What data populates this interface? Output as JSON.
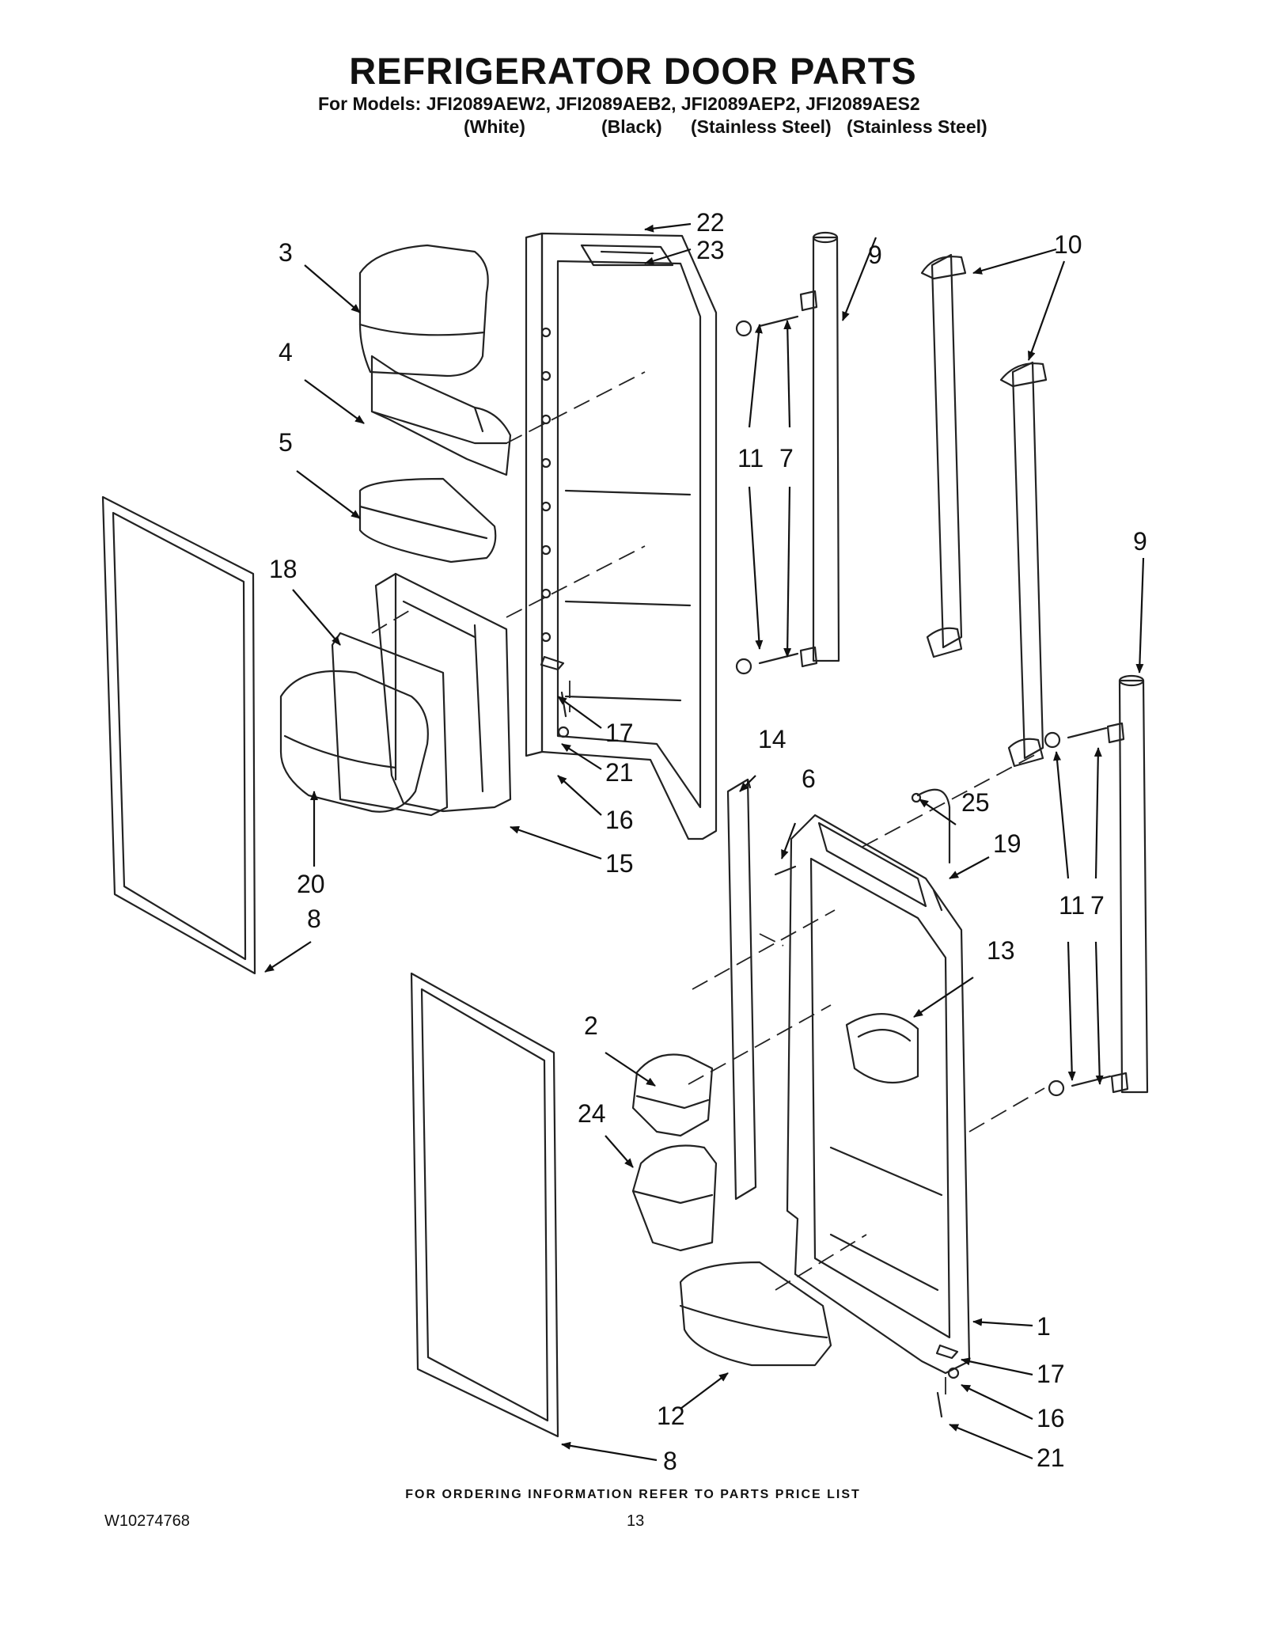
{
  "title": "REFRIGERATOR DOOR PARTS",
  "models_line": "For Models: JFI2089AEW2, JFI2089AEB2, JFI2089AEP2, JFI2089AES2",
  "model_colors": [
    "(White)",
    "(Black)",
    "(Stainless Steel)",
    "(Stainless Steel)"
  ],
  "callouts": [
    "22",
    "23",
    "3",
    "9",
    "10",
    "4",
    "11",
    "7",
    "5",
    "9",
    "18",
    "17",
    "21",
    "16",
    "14",
    "6",
    "25",
    "15",
    "19",
    "20",
    "11",
    "7",
    "8",
    "13",
    "2",
    "24",
    "1",
    "17",
    "16",
    "12",
    "21",
    "8"
  ],
  "footer_note": "FOR ORDERING INFORMATION REFER TO PARTS PRICE LIST",
  "doc_number": "W10274768",
  "page_number": "13"
}
